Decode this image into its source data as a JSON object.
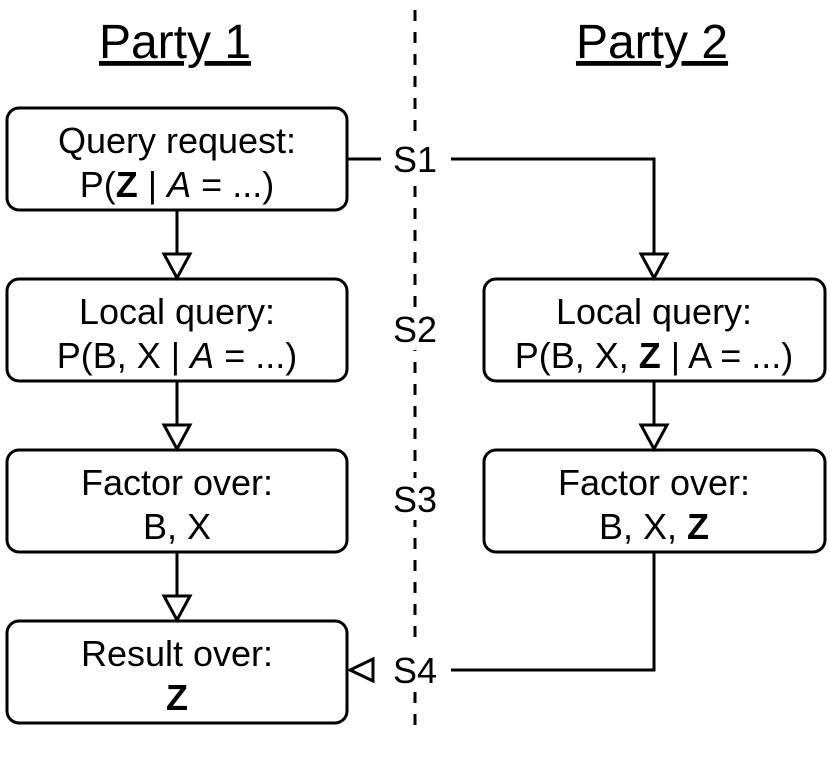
{
  "headings": {
    "party1": "Party 1",
    "party2": "Party 2"
  },
  "steps": {
    "s1": "S1",
    "s2": "S2",
    "s3": "S3",
    "s4": "S4"
  },
  "party1": {
    "query_request": {
      "line1": "Query request:",
      "line2_prefix": "P(",
      "line2_bold": "Z",
      "line2_mid": " | ",
      "line2_italic": "A",
      "line2_suffix": " = ...)"
    },
    "local_query": {
      "line1": "Local query:",
      "line2_prefix": "P(B, X | ",
      "line2_italic": "A",
      "line2_suffix": " = ...)"
    },
    "factor_over": {
      "line1": "Factor over:",
      "line2": "B, X"
    },
    "result_over": {
      "line1": "Result over:",
      "line2_bold": "Z"
    }
  },
  "party2": {
    "local_query": {
      "line1": "Local query:",
      "line2_prefix": "P(B, X, ",
      "line2_bold": "Z",
      "line2_suffix": " | A = ...)"
    },
    "factor_over": {
      "line1": "Factor over:",
      "line2_prefix": "B, X, ",
      "line2_bold": "Z"
    }
  }
}
